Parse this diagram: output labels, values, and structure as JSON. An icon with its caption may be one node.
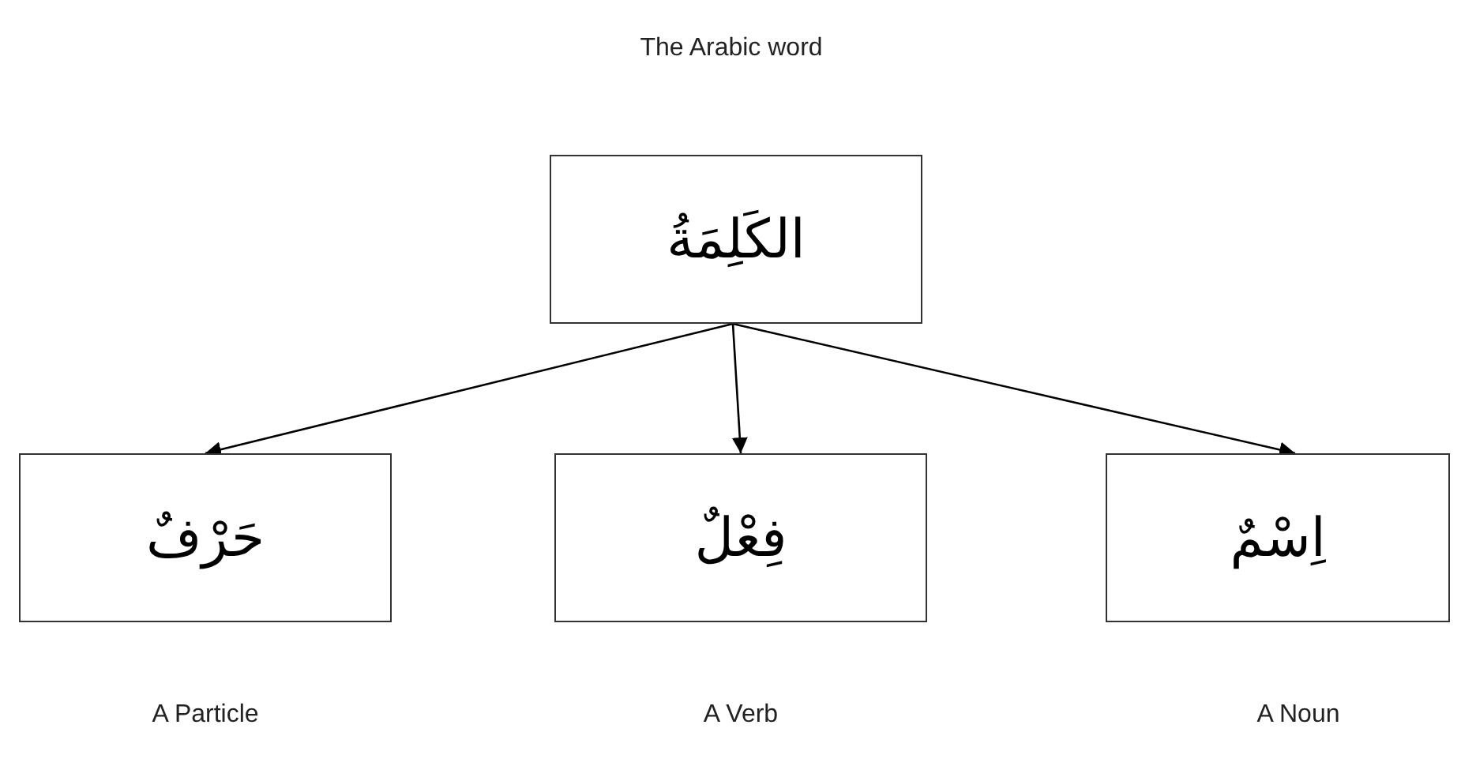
{
  "diagram": {
    "title": "The Arabic word",
    "nodes": [
      {
        "text": [
          "الكَلِمَةُ"
        ]
      },
      {
        "text": [
          "حَرْفٌ"
        ],
        "beside": [
          "A Particle"
        ]
      },
      {
        "text": [
          "فِعْلٌ"
        ],
        "beside": [
          "A Verb"
        ]
      },
      {
        "text": [
          "اِسْمٌ"
        ],
        "beside": [
          "A Noun"
        ]
      }
    ],
    "edges": [
      {
        "from": 0,
        "to": 1,
        "arrow": "to"
      },
      {
        "from": 0,
        "to": 2,
        "arrow": "to"
      },
      {
        "from": 0,
        "to": 3,
        "arrow": "to"
      }
    ]
  }
}
